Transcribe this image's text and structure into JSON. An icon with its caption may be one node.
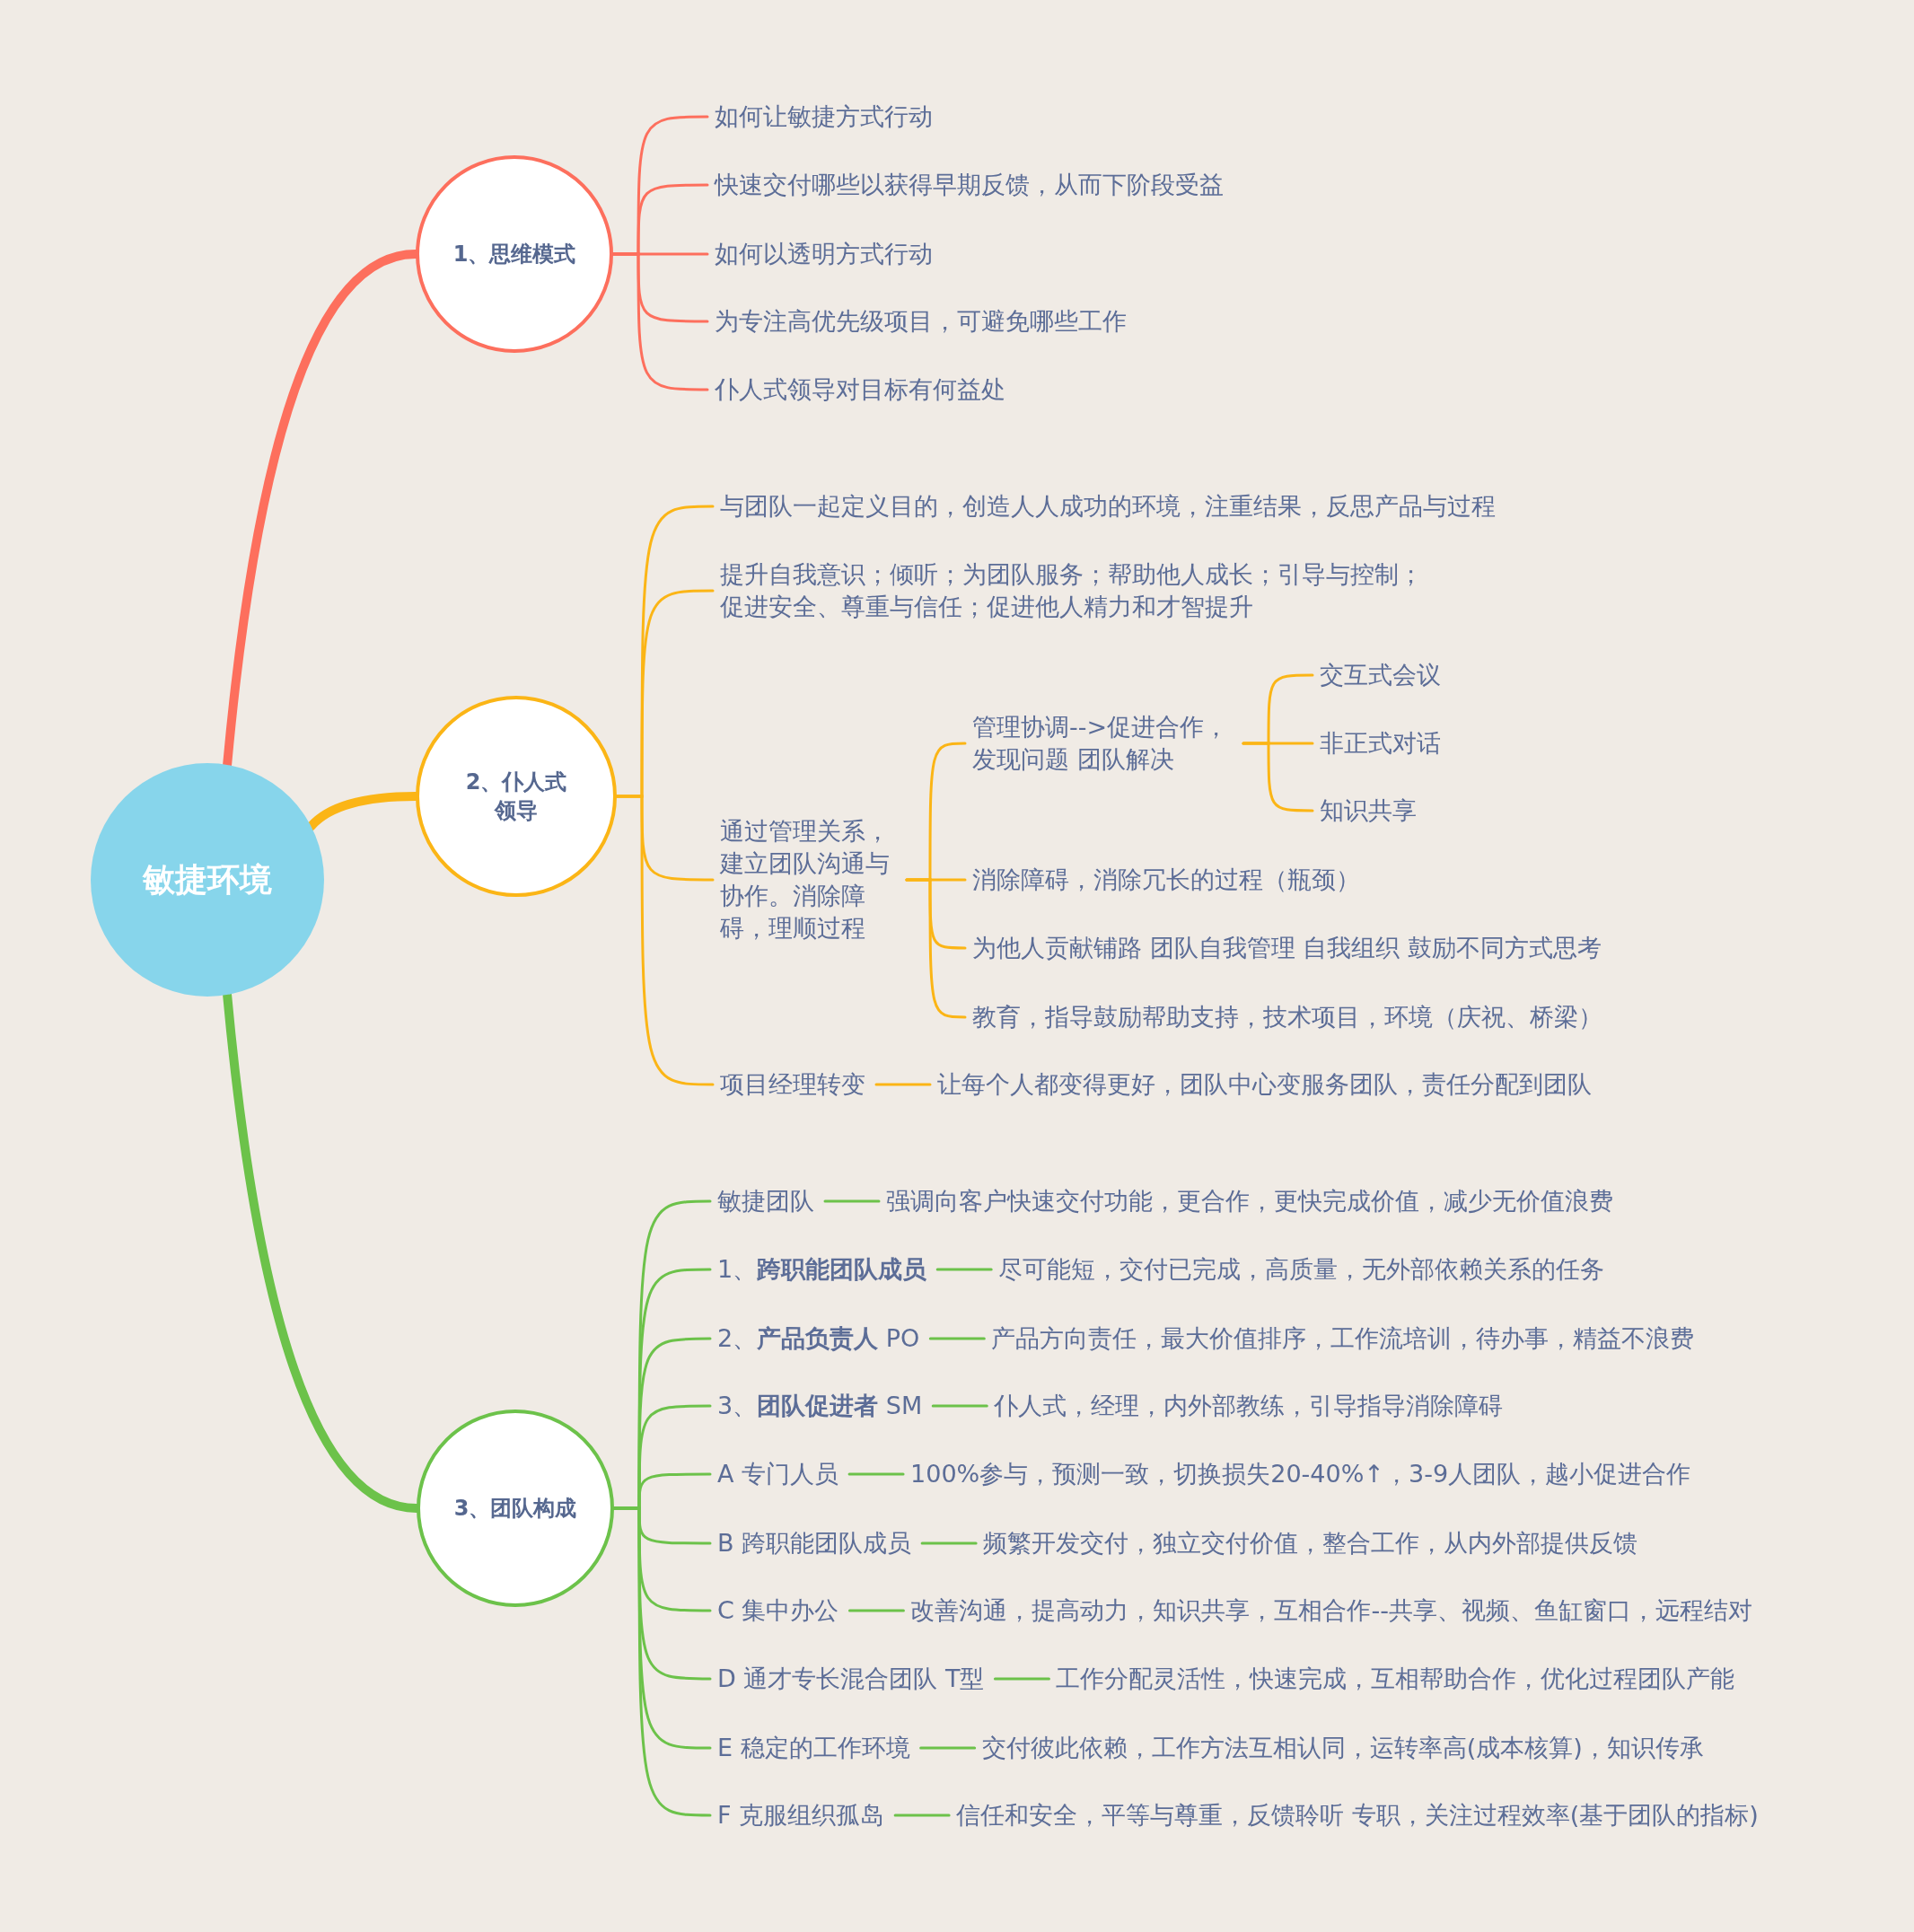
{
  "diagram": {
    "nodes": [
      {
        "text": [
          "敏捷环境"
        ]
      },
      {
        "text": [
          "1、思维模式"
        ]
      },
      {
        "text": [
          "如何让敏捷方式行动"
        ]
      },
      {
        "text": [
          "快速交付哪些以获得早期反馈，从而下阶段受益"
        ]
      },
      {
        "text": [
          "如何以透明方式行动"
        ]
      },
      {
        "text": [
          "为专注高优先级项目，可避免哪些工作"
        ]
      },
      {
        "text": [
          "仆人式领导对目标有何益处"
        ]
      },
      {
        "text": [
          "2、仆人式领导"
        ]
      },
      {
        "text": [
          "与团队一起定义目的，创造人人成功的环境，注重结果，反思产品与过程"
        ]
      },
      {
        "text": [
          "提升自我意识；倾听；为团队服务；帮助他人成长；引导与控制；促进安全、尊重与信任；促进他人精力和才智提升"
        ]
      },
      {
        "text": [
          "通过管理关系，建立团队沟通与协作。消除障碍，理顺过程"
        ]
      },
      {
        "text": [
          "管理协调-->促进合作，发现问题 团队解决"
        ]
      },
      {
        "text": [
          "交互式会议"
        ]
      },
      {
        "text": [
          "非正式对话"
        ]
      },
      {
        "text": [
          "知识共享"
        ]
      },
      {
        "text": [
          "消除障碍，消除冗长的过程（瓶颈）"
        ]
      },
      {
        "text": [
          "为他人贡献铺路 团队自我管理 自我组织 鼓励不同方式思考"
        ]
      },
      {
        "text": [
          "教育，指导鼓励帮助支持，技术项目，环境（庆祝、桥梁）"
        ]
      },
      {
        "text": [
          "项目经理转变"
        ]
      },
      {
        "text": [
          "让每个人都变得更好，团队中心变服务团队，责任分配到团队"
        ]
      },
      {
        "text": [
          "3、团队构成"
        ]
      },
      {
        "text": [
          "敏捷团队"
        ]
      },
      {
        "text": [
          "强调向客户快速交付功能，更合作，更快完成价值，减少无价值浪费"
        ]
      },
      {
        "text": [
          "1、**跨职能团队成员**"
        ]
      },
      {
        "text": [
          "尽可能短，交付已完成，高质量，无外部依赖关系的任务"
        ]
      },
      {
        "text": [
          "2、**产品负责人** PO"
        ]
      },
      {
        "text": [
          "产品方向责任，最大价值排序，工作流培训，待办事，精益不浪费"
        ]
      },
      {
        "text": [
          "3、**团队促进者** SM"
        ]
      },
      {
        "text": [
          "仆人式，经理，内外部教练，引导指导消除障碍"
        ]
      },
      {
        "text": [
          "A 专门人员"
        ]
      },
      {
        "text": [
          "100%参与，预测一致，切换损失20-40%↑，3-9人团队，越小促进合作"
        ]
      },
      {
        "text": [
          "B 跨职能团队成员"
        ]
      },
      {
        "text": [
          "频繁开发交付，独立交付价值，整合工作，从内外部提供反馈"
        ]
      },
      {
        "text": [
          "C 集中办公"
        ]
      },
      {
        "text": [
          "改善沟通，提高动力，知识共享，互相合作--共享、视频、鱼缸窗口，远程结对"
        ]
      },
      {
        "text": [
          "D 通才专长混合团队 T型"
        ]
      },
      {
        "text": [
          "工作分配灵活性，快速完成，互相帮助合作，优化过程团队产能"
        ]
      },
      {
        "text": [
          "E 稳定的工作环境"
        ]
      },
      {
        "text": [
          "交付彼此依赖，工作方法互相认同，运转率高(成本核算)，知识传承"
        ]
      },
      {
        "text": [
          "F 克服组织孤岛"
        ]
      },
      {
        "text": [
          "信任和安全，平等与尊重，反馈聆听 专职，关注过程效率(基于团队的指标)"
        ]
      }
    ],
    "edges": [
      {
        "from": 0,
        "to": 1,
        "arrow": "none",
        "style": "thick",
        "color": "#fd6f5d"
      },
      {
        "from": 1,
        "to": 2,
        "arrow": "none",
        "color": "#fd6f5d"
      },
      {
        "from": 1,
        "to": 3,
        "arrow": "none",
        "color": "#fd6f5d"
      },
      {
        "from": 1,
        "to": 4,
        "arrow": "none",
        "color": "#fd6f5d"
      },
      {
        "from": 1,
        "to": 5,
        "arrow": "none",
        "color": "#fd6f5d"
      },
      {
        "from": 1,
        "to": 6,
        "arrow": "none",
        "color": "#fd6f5d"
      },
      {
        "from": 0,
        "to": 7,
        "arrow": "none",
        "style": "thick",
        "color": "#fbb516"
      },
      {
        "from": 7,
        "to": 8,
        "arrow": "none",
        "color": "#fbb516"
      },
      {
        "from": 7,
        "to": 9,
        "arrow": "none",
        "color": "#fbb516"
      },
      {
        "from": 7,
        "to": 10,
        "arrow": "none",
        "color": "#fbb516"
      },
      {
        "from": 10,
        "to": 11,
        "arrow": "none",
        "color": "#fbb516"
      },
      {
        "from": 11,
        "to": 12,
        "arrow": "none",
        "color": "#fbb516"
      },
      {
        "from": 11,
        "to": 13,
        "arrow": "none",
        "color": "#fbb516"
      },
      {
        "from": 11,
        "to": 14,
        "arrow": "none",
        "color": "#fbb516"
      },
      {
        "from": 10,
        "to": 15,
        "arrow": "none",
        "color": "#fbb516"
      },
      {
        "from": 10,
        "to": 16,
        "arrow": "none",
        "color": "#fbb516"
      },
      {
        "from": 10,
        "to": 17,
        "arrow": "none",
        "color": "#fbb516"
      },
      {
        "from": 7,
        "to": 18,
        "arrow": "none",
        "color": "#fbb516"
      },
      {
        "from": 18,
        "to": 19,
        "arrow": "none",
        "color": "#fbb516"
      },
      {
        "from": 0,
        "to": 20,
        "arrow": "none",
        "style": "thick"
      },
      {
        "from": 20,
        "to": 21,
        "arrow": "none"
      },
      {
        "from": 21,
        "to": 22,
        "arrow": "none"
      },
      {
        "from": 20,
        "to": 23,
        "arrow": "none"
      },
      {
        "from": 23,
        "to": 24,
        "arrow": "none"
      },
      {
        "from": 20,
        "to": 25,
        "arrow": "none"
      },
      {
        "from": 25,
        "to": 26,
        "arrow": "none"
      },
      {
        "from": 20,
        "to": 27,
        "arrow": "none"
      },
      {
        "from": 27,
        "to": 28,
        "arrow": "none"
      },
      {
        "from": 20,
        "to": 29,
        "arrow": "none"
      },
      {
        "from": 29,
        "to": 30,
        "arrow": "none"
      },
      {
        "from": 20,
        "to": 31,
        "arrow": "none"
      },
      {
        "from": 31,
        "to": 32,
        "arrow": "none"
      },
      {
        "from": 20,
        "to": 33,
        "arrow": "none"
      },
      {
        "from": 33,
        "to": 34,
        "arrow": "none"
      },
      {
        "from": 20,
        "to": 35,
        "arrow": "none"
      },
      {
        "from": 35,
        "to": 36,
        "arrow": "none"
      },
      {
        "from": 20,
        "to": 37,
        "arrow": "none"
      },
      {
        "from": 37,
        "to": 38,
        "arrow": "none"
      },
      {
        "from": 20,
        "to": 39,
        "arrow": "none"
      },
      {
        "from": 39,
        "to": 40,
        "arrow": "none"
      }
    ]
  }
}
